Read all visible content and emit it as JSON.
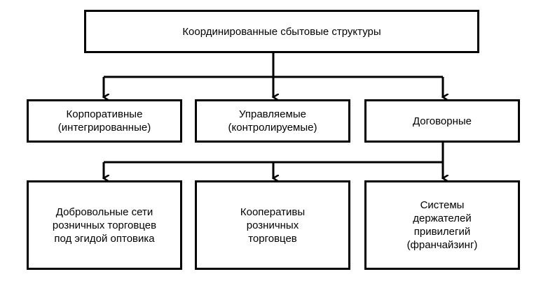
{
  "diagram": {
    "root": {
      "label": "Координированные сбытовые структуры"
    },
    "level1": [
      {
        "label": "Корпоративные\n(интегрированные)"
      },
      {
        "label": "Управляемые\n(контролируемые)"
      },
      {
        "label": "Договорные"
      }
    ],
    "level2": [
      {
        "label": "Добровольные сети\nрозничных торговцев\nпод эгидой оптовика"
      },
      {
        "label": "Кооперативы\nрозничных\nторговцев"
      },
      {
        "label": "Системы\nдержателей\nпривилегий\n(франчайзинг)"
      }
    ]
  },
  "colors": {
    "stroke": "#000000",
    "background": "#ffffff"
  }
}
